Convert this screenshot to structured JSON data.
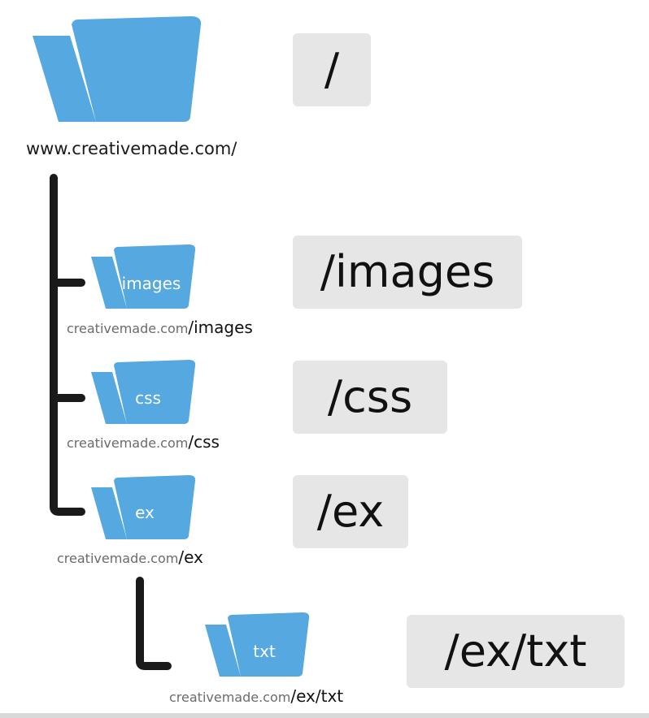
{
  "root": {
    "domain": "www.creativemade.com/",
    "path": "/"
  },
  "children": [
    {
      "folder": "images",
      "host": "creativemade.com",
      "path": "/images",
      "box": "/images"
    },
    {
      "folder": "css",
      "host": "creativemade.com",
      "path": "/css",
      "box": "/css"
    },
    {
      "folder": "ex",
      "host": "creativemade.com",
      "path": "/ex",
      "box": "/ex"
    }
  ],
  "grandchild": {
    "folder": "txt",
    "host": "creativemade.com",
    "path": "/ex/txt",
    "box": "/ex/txt"
  },
  "colors": {
    "folder_front": "#55a8e0",
    "folder_back": "#55a8e0",
    "box_bg": "#e6e6e6",
    "connector": "#1a1a1a"
  },
  "icons": [
    "folder-icon"
  ]
}
